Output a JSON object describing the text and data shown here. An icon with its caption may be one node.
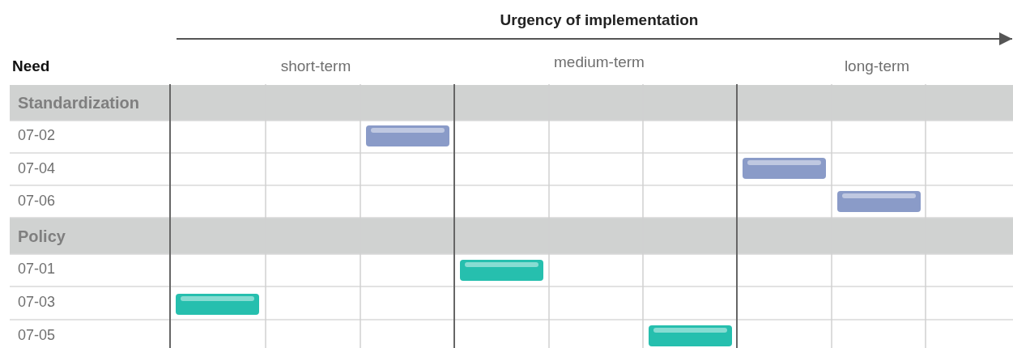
{
  "diagram": {
    "title": "Urgency of implementation",
    "nodes": [
      {
        "text": [
          "Standardization"
        ]
      },
      {
        "text": [],
        "shape": "bar"
      },
      {
        "text": [],
        "shape": "bar"
      },
      {
        "text": [],
        "shape": "bar"
      },
      {
        "text": [
          "Policy"
        ]
      },
      {
        "text": [],
        "shape": "bar"
      },
      {
        "text": [],
        "shape": "bar"
      },
      {
        "text": [],
        "shape": "bar"
      }
    ],
    "edges": [],
    "labels": [
      "Need",
      "short-term",
      "medium-term",
      "long-term",
      "07-02",
      "07-04",
      "07-06",
      "07-01",
      "07-03",
      "07-05"
    ]
  }
}
